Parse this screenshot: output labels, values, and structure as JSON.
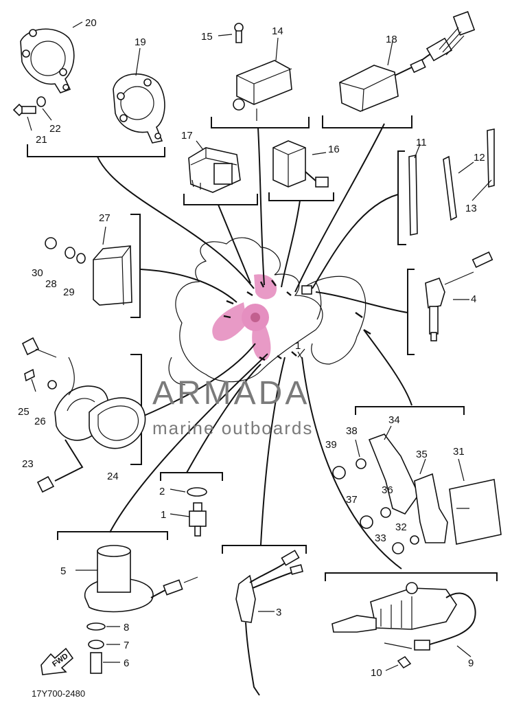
{
  "watermark": {
    "brand": "ARMADA",
    "tagline": "marine outboards",
    "logo_color": "#e58fc0",
    "text_color": "#7a7a7a"
  },
  "diagram_code": "17Y700-2480",
  "fwd_label": "FWD",
  "callouts": {
    "p1": "1",
    "p2": "2",
    "p3": "3",
    "p4": "4",
    "p5": "5",
    "p6": "6",
    "p7": "7",
    "p8": "8",
    "p9": "9",
    "p10": "10",
    "p11": "11",
    "p12": "12",
    "p13": "13",
    "p14": "14",
    "p15": "15",
    "p16": "16",
    "p17": "17",
    "p18": "18",
    "p19": "19",
    "p20": "20",
    "p21": "21",
    "p22": "22",
    "p23": "23",
    "p24": "24",
    "p25": "25",
    "p26": "26",
    "p27": "27",
    "p28": "28",
    "p29": "29",
    "p30": "30",
    "p31": "31",
    "p32": "32",
    "p33": "33",
    "p34": "34",
    "p35": "35",
    "p36": "36",
    "p37": "37",
    "p38": "38",
    "p39": "39",
    "center": "1"
  }
}
